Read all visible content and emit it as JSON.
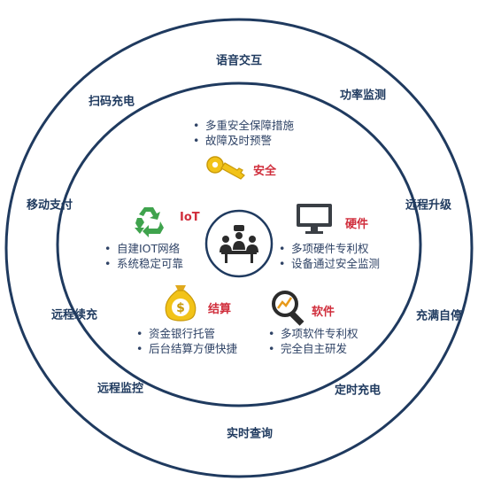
{
  "outer_ring": {
    "top": "语音交互",
    "top_right": "功率监测",
    "right_upper": "远程升级",
    "right_lower": "充满自停",
    "bottom_right": "定时充电",
    "bottom": "实时查询",
    "bottom_left": "远程监控",
    "left_lower": "远程续充",
    "left_upper": "移动支付",
    "top_left": "扫码充电"
  },
  "segments": {
    "security": {
      "tag": "安全",
      "icon": "key-icon",
      "bullets": [
        "多重安全保障措施",
        "故障及时预警"
      ]
    },
    "iot": {
      "tag": "IoT",
      "icon": "recycle-icon",
      "bullets": [
        "自建IOT网络",
        "系统稳定可靠"
      ]
    },
    "hardware": {
      "tag": "硬件",
      "icon": "monitor-icon",
      "bullets": [
        "多项硬件专利权",
        "设备通过安全监测"
      ]
    },
    "settlement": {
      "tag": "结算",
      "icon": "money-bag-icon",
      "bullets": [
        "资金银行托管",
        "后台结算方便快捷"
      ]
    },
    "software": {
      "tag": "软件",
      "icon": "magnifier-chart-icon",
      "bullets": [
        "多项软件专利权",
        "完全自主研发"
      ]
    }
  },
  "center": {
    "icon": "meeting-icon"
  },
  "colors": {
    "ring": "#1f3a5f",
    "tag": "#d02e3c",
    "text": "#2f4366",
    "key": "#f2c318",
    "recycle": "#3fa34d"
  }
}
